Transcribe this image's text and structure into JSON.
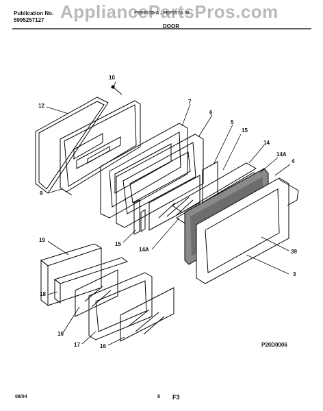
{
  "header": {
    "publication_label": "Publication No.",
    "publication_number": "5995257127",
    "model_text": "FEF357D A  /  FEF357A W",
    "section_title": "DOOR",
    "watermark": "AppliancePartsPros.com"
  },
  "callouts": {
    "c10": "10",
    "c12": "12",
    "c7": "7",
    "c6": "6",
    "c5": "5",
    "c15a": "15",
    "c14": "14",
    "c14a1": "14A",
    "c4": "4",
    "c9": "9",
    "c15b": "15",
    "c14a2": "14A",
    "c39": "39",
    "c3": "3",
    "c19": "19",
    "c18": "18",
    "c16a": "16",
    "c17": "17",
    "c16b": "16"
  },
  "diagram_code": "P20D0006",
  "footer": {
    "date": "08/04",
    "page_number": "8",
    "page_code": "F3"
  }
}
